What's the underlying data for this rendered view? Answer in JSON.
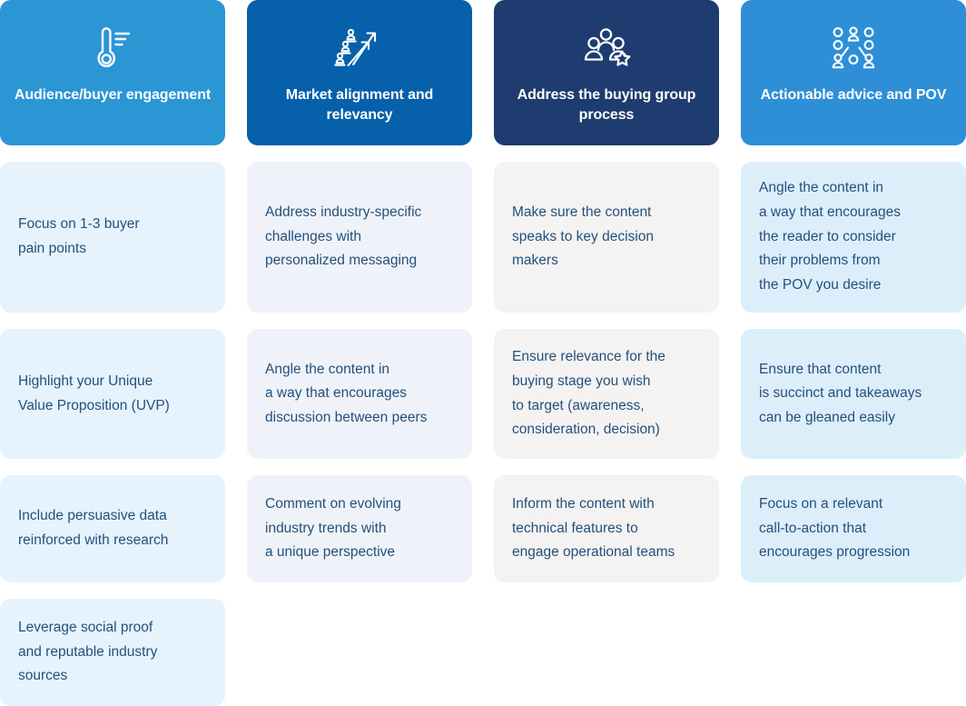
{
  "colors": {
    "header_1_bg": "#2b96d4",
    "header_2_bg": "#0660aa",
    "header_3_bg": "#1f3c70",
    "header_4_bg": "#2e8fd6",
    "cell_col1_bg": "#e6f3fc",
    "cell_col2_bg": "#eff3f9",
    "cell_col3_bg": "#f4f3f2",
    "cell_col4_bg": "#ddeefb",
    "body_text": "#24507c",
    "header_text": "#ffffff"
  },
  "columns": [
    {
      "header": {
        "icon": "thermometer-icon",
        "title": "Audience/buyer\nengagement"
      },
      "cells": [
        "Focus on 1-3 buyer\npain points",
        "Highlight your Unique\nValue Proposition (UVP)",
        "Include persuasive data\nreinforced with research",
        "Leverage social proof\nand reputable industry\nsources"
      ]
    },
    {
      "header": {
        "icon": "growth-chart-people-icon",
        "title": "Market alignment and\nrelevancy"
      },
      "cells": [
        "Address industry-specific\nchallenges with\npersonalized messaging",
        "Angle the content in\na way that encourages\ndiscussion between peers",
        "Comment on evolving\nindustry trends with\na unique perspective"
      ]
    },
    {
      "header": {
        "icon": "group-star-icon",
        "title": "Address the buying\ngroup process"
      },
      "cells": [
        "Make sure the content\nspeaks to key decision\nmakers",
        "Ensure relevance for the\nbuying stage you wish\nto target (awareness,\nconsideration, decision)",
        "Inform the content with\ntechnical features to\nengage operational teams"
      ]
    },
    {
      "header": {
        "icon": "network-people-icon",
        "title": "Actionable advice\nand POV"
      },
      "cells": [
        "Angle the content in\na way that encourages\nthe reader to consider\ntheir problems from\nthe POV you desire",
        "Ensure that content\nis succinct and takeaways\ncan be gleaned easily",
        "Focus on a relevant\ncall-to-action that\nencourages progression"
      ]
    }
  ]
}
